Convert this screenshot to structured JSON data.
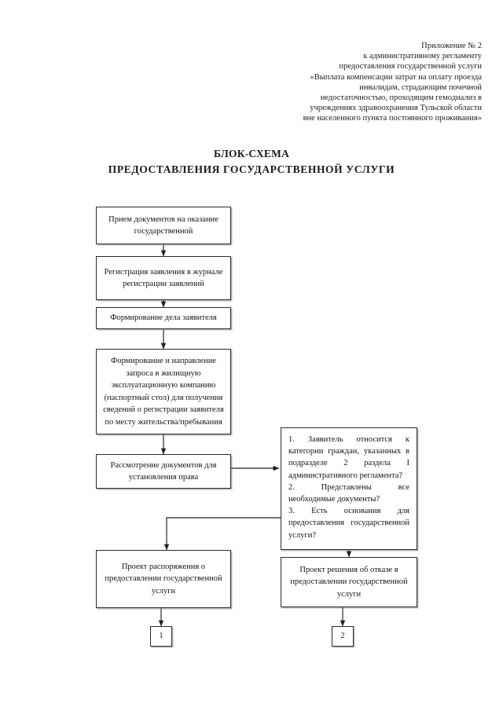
{
  "header": {
    "lines": [
      "Приложение № 2",
      "к административному регламенту",
      "предоставления государственной услуги",
      "«Выплата компенсации затрат на оплату проезда",
      "инвалидам, страдающим почечной",
      "недостаточностью, проходящим гемодиализ в",
      "учреждениях здравоохранения Тульской области",
      "вне населенного пункта постоянного проживания»"
    ]
  },
  "title": {
    "line1": "БЛОК-СХЕМА",
    "line2": "ПРЕДОСТАВЛЕНИЯ ГОСУДАРСТВЕННОЙ УСЛУГИ"
  },
  "flowchart": {
    "nodes": {
      "intake": "Прием документов на оказание государственной",
      "registration": "Регистрация заявления в журнале регистрации заявлений",
      "case_formation": "Формирование дела заявителя",
      "request_formation": "Формирование и направление запроса в жилищную эксплуатационную компанию (паспортный стол) для получения сведений о регистрации заявителя по месту жительства/пребывания",
      "review": "Рассмотрение документов для установления права",
      "decision_q1_a": "1.",
      "decision_q1_b": "Заявитель относится к категории граждан, указанных в подразделе 2 раздела I",
      "decision_q1_c": "административного регламента?",
      "decision_q2_a": "2.",
      "decision_q2_b": "Представлены все",
      "decision_q2_c": "необходимые документы?",
      "decision_q3_a": "3.",
      "decision_q3_b": "Есть основания для",
      "decision_q3_c": "предоставления государственной",
      "decision_q3_d": "услуги?",
      "grant_draft": "Проект распоряжения о предоставлении государственной услуги",
      "refusal_draft": "Проект решения об отказе в предоставлении государственной услуги",
      "connector_1": "1",
      "connector_2": "2"
    }
  }
}
